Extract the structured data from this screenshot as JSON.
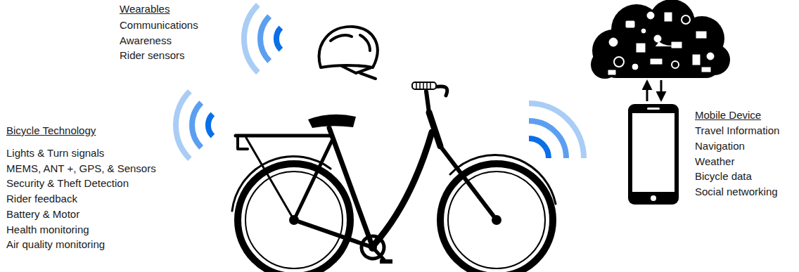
{
  "diagram": {
    "labels": [
      "Wearables",
      "Communications",
      "Awareness",
      "Rider sensors",
      "Bicycle Technology",
      "Lights & Turn signals",
      "MEMS, ANT +, GPS, & Sensors",
      "Security & Theft Detection",
      "Rider feedback",
      "Battery & Motor",
      "Health monitoring",
      "Air quality monitoring",
      "Mobile Device",
      "Travel Information",
      "Navigation",
      "Weather",
      "Bicycle data",
      "Social networking"
    ]
  }
}
